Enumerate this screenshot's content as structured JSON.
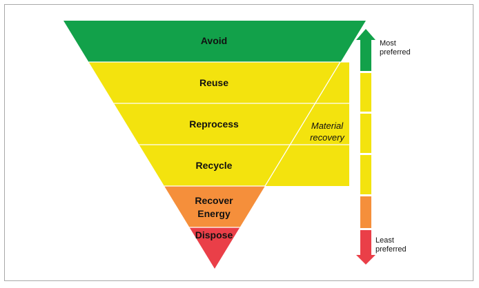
{
  "diagram": {
    "levels": [
      {
        "label": "Avoid",
        "color": "#12a14a"
      },
      {
        "label": "Reuse",
        "color": "#f3e30e"
      },
      {
        "label": "Reprocess",
        "color": "#f3e30e"
      },
      {
        "label": "Recycle",
        "color": "#f3e30e"
      },
      {
        "label": "Recover\nEnergy",
        "color": "#f58f3b"
      },
      {
        "label": "Dispose",
        "color": "#ea3f48"
      }
    ],
    "material_recovery": {
      "label": "Material\nrecovery",
      "color": "#f3e30e"
    },
    "scale": {
      "top_label": "Most\npreferred",
      "bottom_label": "Least\npreferred",
      "top_color": "#12a14a",
      "bottom_color": "#ea3f48"
    },
    "divider_color": "#ffffff"
  }
}
